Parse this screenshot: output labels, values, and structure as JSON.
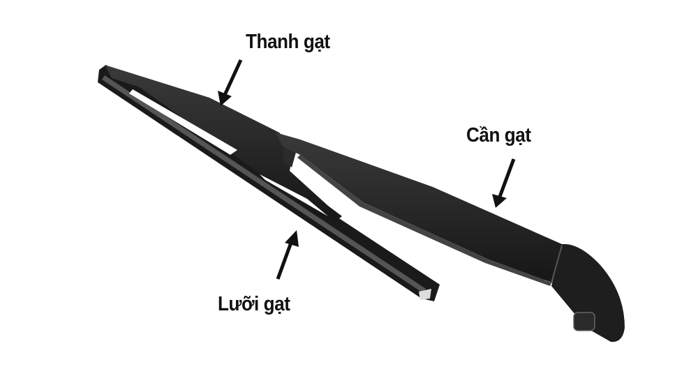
{
  "labels": {
    "wiper_arm_top": "Thanh gạt",
    "wiper_arm": "Cần gạt",
    "wiper_blade": "Lưỡi gạt"
  },
  "colors": {
    "background": "#ffffff",
    "part": "#1c1c1c",
    "highlight": "#3a3a3a",
    "text": "#111111"
  }
}
